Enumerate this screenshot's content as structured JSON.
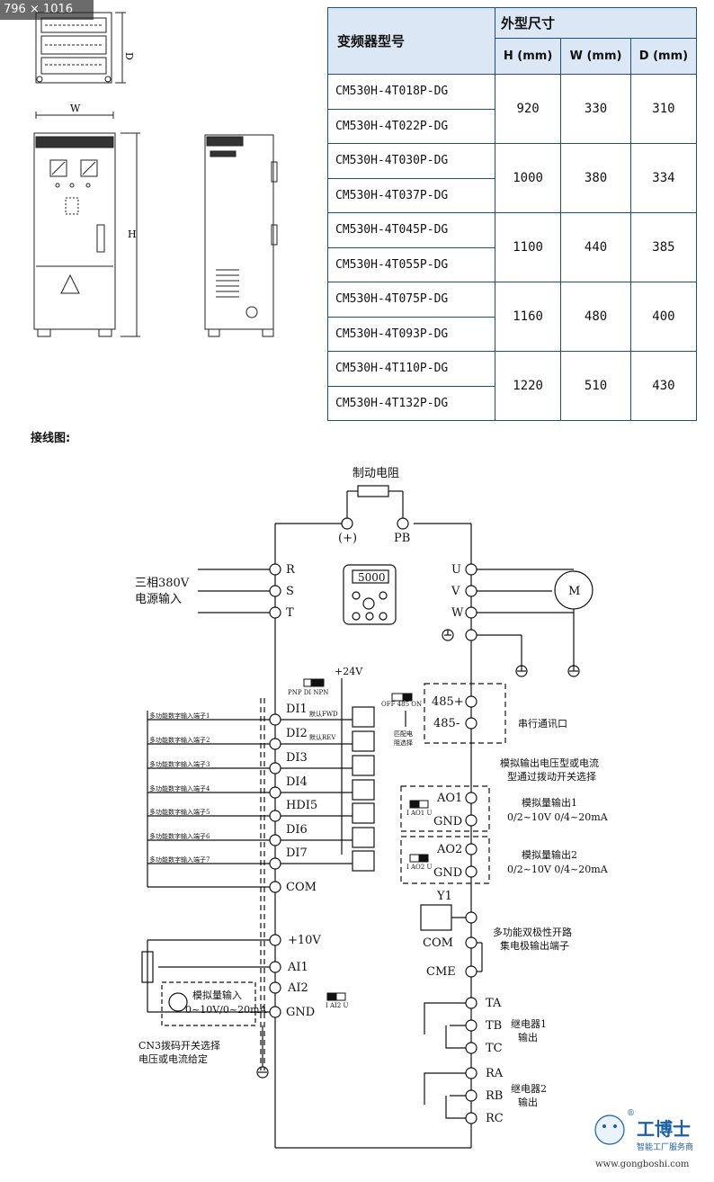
{
  "badge": "796 × 1016",
  "drawing_labels": {
    "d": "D",
    "w": "W",
    "h": "H"
  },
  "table": {
    "model_header": "变频器型号",
    "size_header": "外型尺寸",
    "h_header": "H (mm)",
    "w_header": "W (mm)",
    "d_header": "D (mm)",
    "groups": [
      {
        "models": [
          "CM530H-4T018P-DG",
          "CM530H-4T022P-DG"
        ],
        "h": "920",
        "w": "330",
        "d": "310"
      },
      {
        "models": [
          "CM530H-4T030P-DG",
          "CM530H-4T037P-DG"
        ],
        "h": "1000",
        "w": "380",
        "d": "334"
      },
      {
        "models": [
          "CM530H-4T045P-DG",
          "CM530H-4T055P-DG"
        ],
        "h": "1100",
        "w": "440",
        "d": "385"
      },
      {
        "models": [
          "CM530H-4T075P-DG",
          "CM530H-4T093P-DG"
        ],
        "h": "1160",
        "w": "480",
        "d": "400"
      },
      {
        "models": [
          "CM530H-4T110P-DG",
          "CM530H-4T132P-DG"
        ],
        "h": "1220",
        "w": "510",
        "d": "430"
      }
    ]
  },
  "wiring_label": "接线图:",
  "wiring": {
    "brake_resistor": "制动电阻",
    "plus": "(+)",
    "pb": "PB",
    "power_input": [
      "三相380V",
      "电源输入"
    ],
    "r": "R",
    "s": "S",
    "t": "T",
    "u": "U",
    "v": "V",
    "w": "W",
    "motor": "M",
    "display": "5000",
    "pnp_switch": "PNP DI NPN",
    "plus24": "+24V",
    "di_labels": [
      "DI1",
      "DI2",
      "DI3",
      "DI4",
      "HDI5",
      "DI6",
      "DI7"
    ],
    "di_inputs": [
      "多功能数字输入端子1",
      "多功能数字输入端子2",
      "多功能数字输入端子3",
      "多功能数字输入端子4",
      "多功能数字输入端子5",
      "多功能数字输入端子6",
      "多功能数字输入端子7"
    ],
    "default_fwd": "默认FWD",
    "default_rev": "默认REV",
    "com": "COM",
    "off_485_on": "OFF 485 ON",
    "match_resistor": [
      "匹配电",
      "阻选择"
    ],
    "rs485_plus": "485+",
    "rs485_minus": "485-",
    "serial_port": "串行通讯口",
    "ao_note": [
      "模拟输出电压型或电流",
      "型通过拨动开关选择"
    ],
    "ao1": "AO1",
    "ao2": "AO2",
    "gnd": "GND",
    "ao1_switch": "I AO1 U",
    "ao2_switch": "I AO2 U",
    "ao1_desc": [
      "模拟量输出1",
      "0/2~10V 0/4~20mA"
    ],
    "ao2_desc": [
      "模拟量输出2",
      "0/2~10V 0/4~20mA"
    ],
    "y1": "Y1",
    "y1_desc": [
      "多功能双极性开路",
      "集电极输出端子"
    ],
    "cme": "CME",
    "p10v": "+10V",
    "ai1": "AI1",
    "ai2": "AI2",
    "ai2_switch": "I AI2 U",
    "analog_input": [
      "模拟量输入",
      "0~10V/0~20mA"
    ],
    "cn3_note": [
      "CN3拨码开关选择",
      "电压或电流给定"
    ],
    "ta": "TA",
    "tb": "TB",
    "tc": "TC",
    "ra": "RA",
    "rb": "RB",
    "rc": "RC",
    "relay1": [
      "继电器1",
      "输出"
    ],
    "relay2": [
      "继电器2",
      "输出"
    ],
    "logo_text": "工博士",
    "logo_sub": "智能工厂服务商",
    "logo_url": "www.gongboshi.com",
    "logo_reg": "®"
  },
  "colors": {
    "table_header_bg": "#dbe7f5",
    "table_border": "#1f4e79",
    "logo_blue": "#1a5fa8"
  }
}
